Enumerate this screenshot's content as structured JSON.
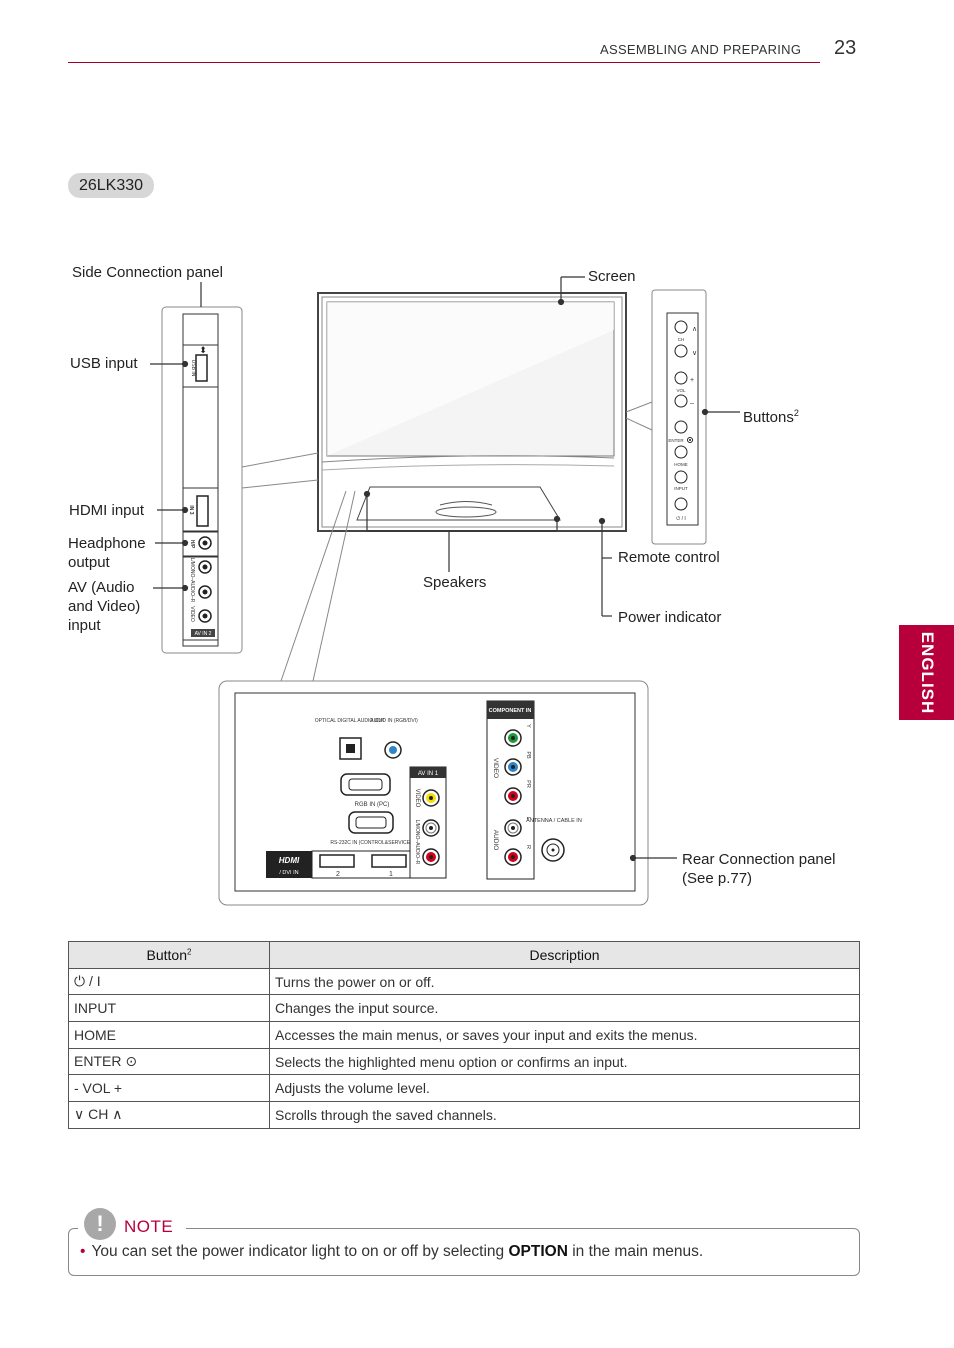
{
  "header": {
    "section": "ASSEMBLING AND PREPARING",
    "page_number": "23"
  },
  "side_tab": "ENGLISH",
  "model": "26LK330",
  "labels": {
    "side_connection_panel": "Side Connection panel",
    "usb_input": "USB input",
    "hdmi_input": "HDMI input",
    "headphone_line1": "Headphone",
    "headphone_line2": "output",
    "av_line1": "AV (Audio",
    "av_line2": "and Video)",
    "av_line3": "input",
    "screen": "Screen",
    "buttons": "Buttons",
    "buttons_sup": "2",
    "speakers": "Speakers",
    "remote_control": "Remote control",
    "power_indicator": "Power indicator",
    "rear_line1": "Rear Connection panel",
    "rear_line2": "(See p.77)"
  },
  "side_panel": {
    "usb_in": "USB IN",
    "hdmi_in3": "IN 3",
    "hp": "H/P",
    "audio_lr": "L/MONO–AUDIO–R",
    "video": "VIDEO",
    "av_in2": "AV IN 2"
  },
  "button_panel": {
    "ch": "CH",
    "vol": "VOL",
    "plus": "+",
    "minus": "–",
    "enter": "ENTER",
    "home": "HOME",
    "input": "INPUT",
    "power": "⏻ / I"
  },
  "rear_panel": {
    "optical": "OPTICAL DIGITAL AUDIO OUT",
    "audio_in": "AUDIO IN (RGB/DVI)",
    "component": "COMPONENT IN",
    "y": "Y",
    "pb": "PB",
    "pr": "PR",
    "video_v": "VIDEO",
    "audio_v": "AUDIO",
    "l": "L",
    "r": "R",
    "av_in1": "AV IN 1",
    "rgb_in": "RGB IN (PC)",
    "rs232c": "RS-232C IN (CONTROL&SERVICE)",
    "antenna": "ANTENNA / CABLE IN",
    "dvi_in": "/ DVI IN",
    "hdmi_logo": "HDMI",
    "port2": "2",
    "port1": "1",
    "video_av": "VIDEO",
    "audio_av": "L/MONO–AUDIO–R"
  },
  "table": {
    "col_button": "Button",
    "col_button_sup": "2",
    "col_description": "Description",
    "rows": [
      {
        "button": "⏻ / I",
        "description": "Turns the power on or off."
      },
      {
        "button": "INPUT",
        "description": "Changes the input source."
      },
      {
        "button": "HOME",
        "description": "Accesses the main menus, or saves your input and exits the menus."
      },
      {
        "button": "ENTER ⊙",
        "description": "Selects the highlighted menu option or confirms an input."
      },
      {
        "button": "- VOL +",
        "description": "Adjusts the volume level."
      },
      {
        "button": "∨ CH ∧",
        "description": "Scrolls through the saved channels."
      }
    ]
  },
  "note": {
    "icon": "!",
    "title": "NOTE",
    "bullet": "•",
    "text_before": "You can set the power indicator light to on or off by selecting ",
    "text_bold": "OPTION",
    "text_after": " in the main menus."
  }
}
